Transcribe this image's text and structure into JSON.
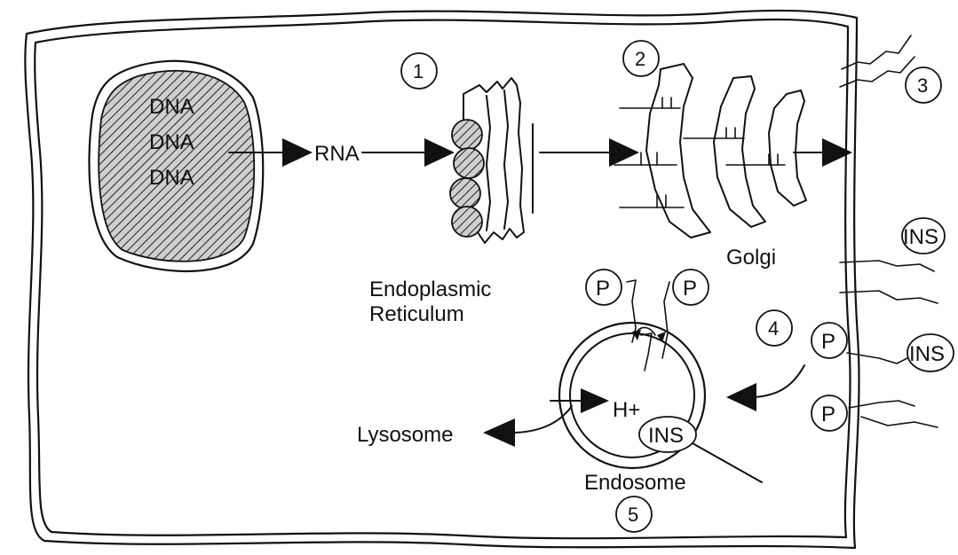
{
  "nucleus": {
    "lines": [
      "DNA",
      "DNA",
      "DNA"
    ]
  },
  "labels": {
    "rna": "RNA",
    "er": [
      "Endoplasmic",
      "Reticulum"
    ],
    "golgi": "Golgi",
    "hplus": "H+",
    "lysosome": "Lysosome",
    "endosome": "Endosome"
  },
  "steps": [
    "1",
    "2",
    "3",
    "4",
    "5"
  ],
  "molecules": {
    "insulin": "INS",
    "phosphate": "P"
  }
}
